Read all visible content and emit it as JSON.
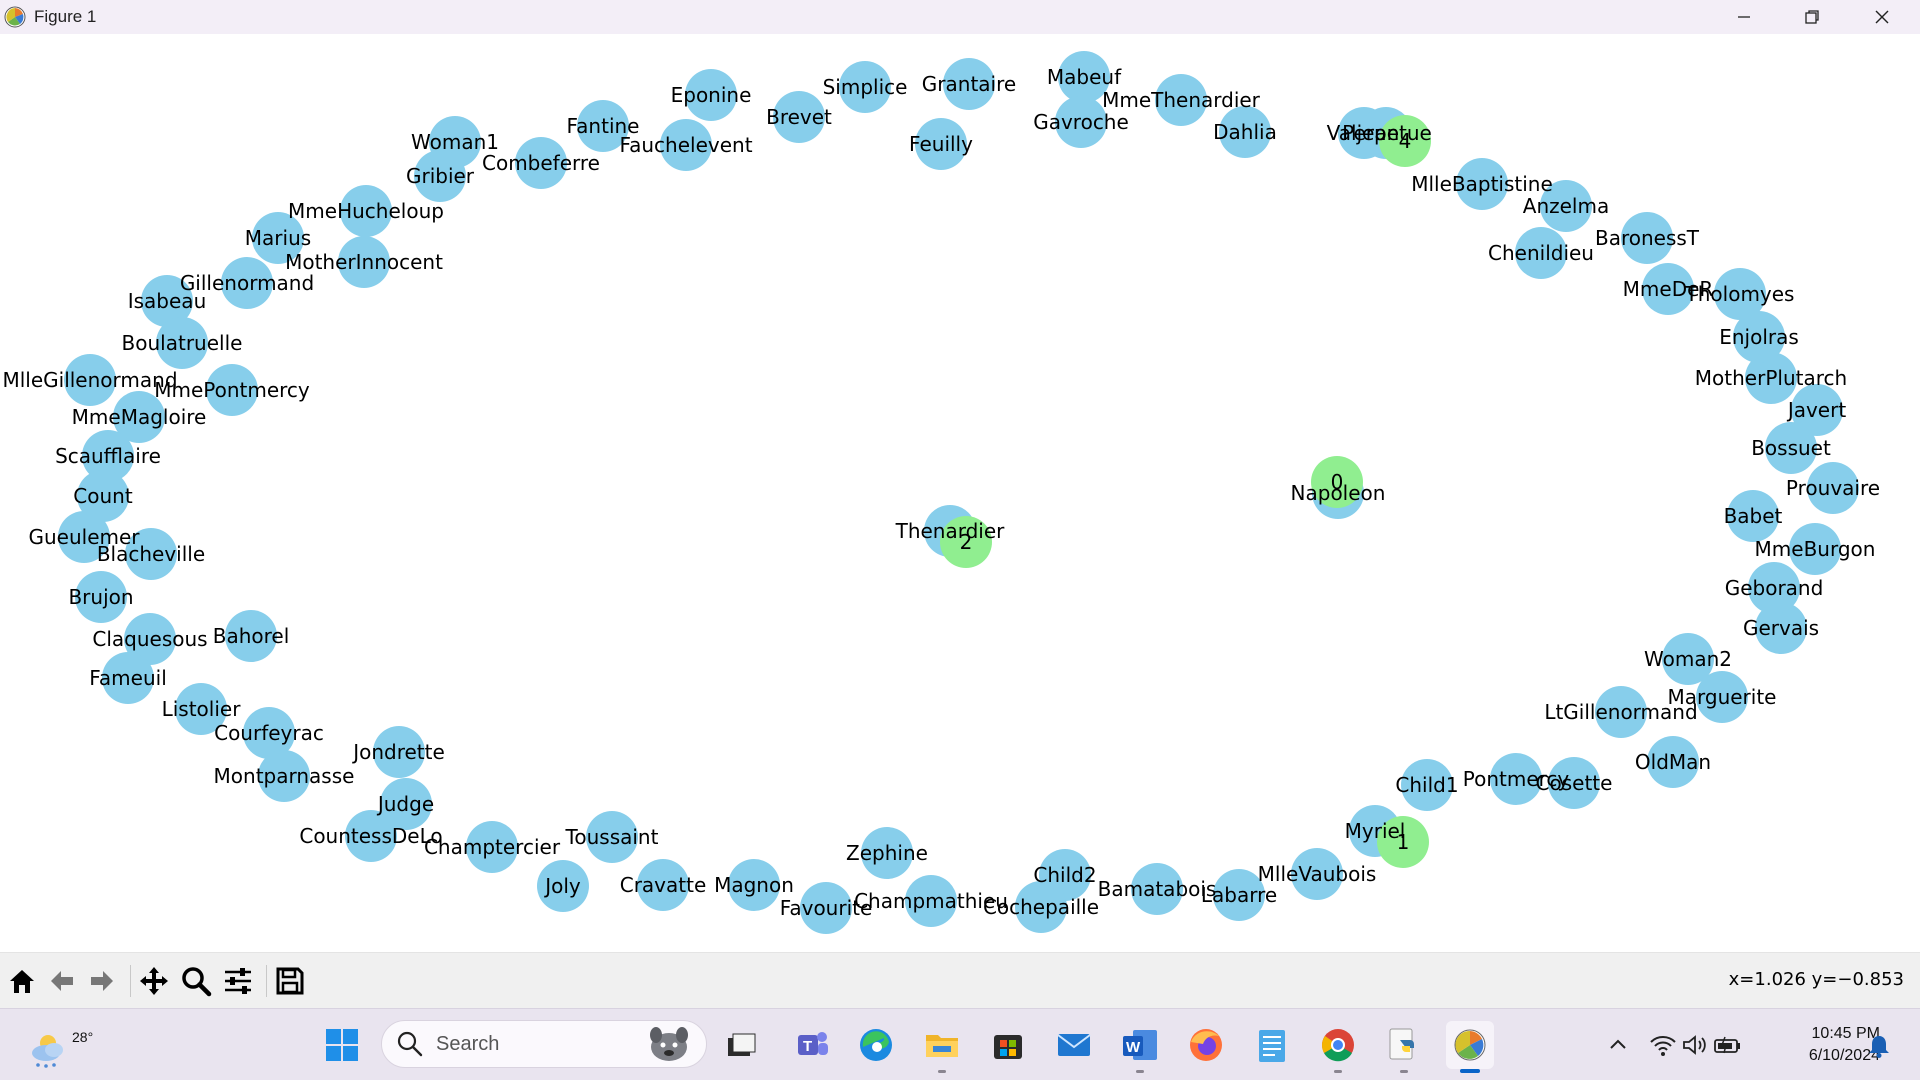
{
  "window": {
    "title": "Figure 1",
    "app_icon": "matplotlib-icon"
  },
  "window_controls": {
    "minimize": "minimize-icon",
    "maximize": "maximize-icon",
    "close": "close-icon"
  },
  "colors": {
    "node_default": "#87ceeb",
    "node_highlight": "#90ee90",
    "taskbar_bg": "#e9e4ef",
    "titlebar_bg": "#f3eef7"
  },
  "graph": {
    "nodes": [
      {
        "label": "Eponine",
        "color": "blue"
      },
      {
        "label": "Simplice",
        "color": "blue"
      },
      {
        "label": "Grantaire",
        "color": "blue"
      },
      {
        "label": "Mabeuf",
        "color": "blue"
      },
      {
        "label": "MmeThenardier",
        "color": "blue"
      },
      {
        "label": "Brevet",
        "color": "blue"
      },
      {
        "label": "Fantine",
        "color": "blue"
      },
      {
        "label": "Fauchelevent",
        "color": "blue"
      },
      {
        "label": "Feuilly",
        "color": "blue"
      },
      {
        "label": "Gavroche",
        "color": "blue"
      },
      {
        "label": "Dahlia",
        "color": "blue"
      },
      {
        "label": "Woman1",
        "color": "blue"
      },
      {
        "label": "Combeferre",
        "color": "blue"
      },
      {
        "label": "Gribier",
        "color": "blue"
      },
      {
        "label": "MmeHucheloup",
        "color": "blue"
      },
      {
        "label": "Marius",
        "color": "blue"
      },
      {
        "label": "MotherInnocent",
        "color": "blue"
      },
      {
        "label": "Gillenormand",
        "color": "blue"
      },
      {
        "label": "Isabeau",
        "color": "blue"
      },
      {
        "label": "Boulatruelle",
        "color": "blue"
      },
      {
        "label": "MlleGillenormand",
        "color": "blue"
      },
      {
        "label": "MmePontmercy",
        "color": "blue"
      },
      {
        "label": "MmeMagloire",
        "color": "blue"
      },
      {
        "label": "Scaufflaire",
        "color": "blue"
      },
      {
        "label": "Count",
        "color": "blue"
      },
      {
        "label": "Gueulemer",
        "color": "blue"
      },
      {
        "label": "Blacheville",
        "color": "blue"
      },
      {
        "label": "Brujon",
        "color": "blue"
      },
      {
        "label": "Claquesous",
        "color": "blue"
      },
      {
        "label": "Bahorel",
        "color": "blue"
      },
      {
        "label": "Fameuil",
        "color": "blue"
      },
      {
        "label": "Listolier",
        "color": "blue"
      },
      {
        "label": "Courfeyrac",
        "color": "blue"
      },
      {
        "label": "Montparnasse",
        "color": "blue"
      },
      {
        "label": "Jondrette",
        "color": "blue"
      },
      {
        "label": "Judge",
        "color": "blue"
      },
      {
        "label": "CountessDeLo",
        "color": "blue"
      },
      {
        "label": "Champtercier",
        "color": "blue"
      },
      {
        "label": "Toussaint",
        "color": "blue"
      },
      {
        "label": "Joly",
        "color": "blue"
      },
      {
        "label": "Cravatte",
        "color": "blue"
      },
      {
        "label": "Magnon",
        "color": "blue"
      },
      {
        "label": "Zephine",
        "color": "blue"
      },
      {
        "label": "Favourite",
        "color": "blue"
      },
      {
        "label": "Champmathieu",
        "color": "blue"
      },
      {
        "label": "Child2",
        "color": "blue"
      },
      {
        "label": "Cochepaille",
        "color": "blue"
      },
      {
        "label": "Bamatabois",
        "color": "blue"
      },
      {
        "label": "Labarre",
        "color": "blue"
      },
      {
        "label": "MlleVaubois",
        "color": "blue"
      },
      {
        "label": "Myriel",
        "color": "blue"
      },
      {
        "label": "1",
        "color": "green"
      },
      {
        "label": "Child1",
        "color": "blue"
      },
      {
        "label": "Pontmercy",
        "color": "blue"
      },
      {
        "label": "Cosette",
        "color": "blue"
      },
      {
        "label": "OldMan",
        "color": "blue"
      },
      {
        "label": "LtGillenormand",
        "color": "blue"
      },
      {
        "label": "Marguerite",
        "color": "blue"
      },
      {
        "label": "Woman2",
        "color": "blue"
      },
      {
        "label": "Gervais",
        "color": "blue"
      },
      {
        "label": "Geborand",
        "color": "blue"
      },
      {
        "label": "MmeBurgon",
        "color": "blue"
      },
      {
        "label": "Babet",
        "color": "blue"
      },
      {
        "label": "Prouvaire",
        "color": "blue"
      },
      {
        "label": "Bossuet",
        "color": "blue"
      },
      {
        "label": "Javert",
        "color": "blue"
      },
      {
        "label": "MotherPlutarch",
        "color": "blue"
      },
      {
        "label": "Enjolras",
        "color": "blue"
      },
      {
        "label": "Tholomyes",
        "color": "blue"
      },
      {
        "label": "MmeDeR",
        "color": "blue"
      },
      {
        "label": "BaronessT",
        "color": "blue"
      },
      {
        "label": "Chenildieu",
        "color": "blue"
      },
      {
        "label": "Anzelma",
        "color": "blue"
      },
      {
        "label": "MlleBaptistine",
        "color": "blue"
      },
      {
        "label": "Valjean",
        "color": "blue"
      },
      {
        "label": "Perpetue",
        "color": "blue"
      },
      {
        "label": "4",
        "color": "green"
      },
      {
        "label": "Thenardier",
        "color": "blue"
      },
      {
        "label": "2",
        "color": "green"
      },
      {
        "label": "Napoleon",
        "color": "blue"
      },
      {
        "label": "0",
        "color": "green"
      }
    ]
  },
  "toolbar": {
    "buttons": [
      {
        "name": "home-icon"
      },
      {
        "name": "back-icon"
      },
      {
        "name": "forward-icon"
      },
      {
        "name": "pan-icon"
      },
      {
        "name": "zoom-icon"
      },
      {
        "name": "configure-subplots-icon"
      },
      {
        "name": "save-icon"
      }
    ],
    "coords": "x=1.026 y=−0.853"
  },
  "taskbar": {
    "weather_temp": "28°",
    "search_placeholder": "Search",
    "apps": [
      "start-icon",
      "search",
      "file-manager-icon",
      "teams-icon",
      "edge-icon",
      "file-explorer-icon",
      "store-icon",
      "mail-icon",
      "word-icon",
      "firefox-icon",
      "notepad-icon",
      "chrome-icon",
      "python-icon",
      "matplotlib-icon"
    ],
    "time": "10:45 PM",
    "date": "6/10/2024"
  }
}
